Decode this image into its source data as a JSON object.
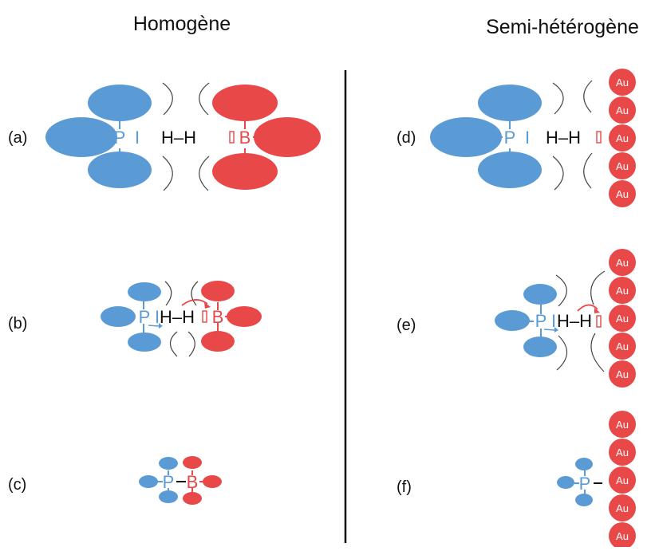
{
  "headings": {
    "left": "Homogène",
    "right": "Semi-hétérogène"
  },
  "row_labels": [
    "(a)",
    "(b)",
    "(c)",
    "(d)",
    "(e)",
    "(f)"
  ],
  "atoms": {
    "phosphorus": "P",
    "boron": "B",
    "lone_pair": "I",
    "hydrogen_pair": "H–H",
    "gold": "Au"
  },
  "colors": {
    "lewis_base": "#5b9bd5",
    "lewis_acid": "#e84848",
    "frustration_arc": "#444444",
    "divider": "#000000",
    "text": "#111111"
  }
}
